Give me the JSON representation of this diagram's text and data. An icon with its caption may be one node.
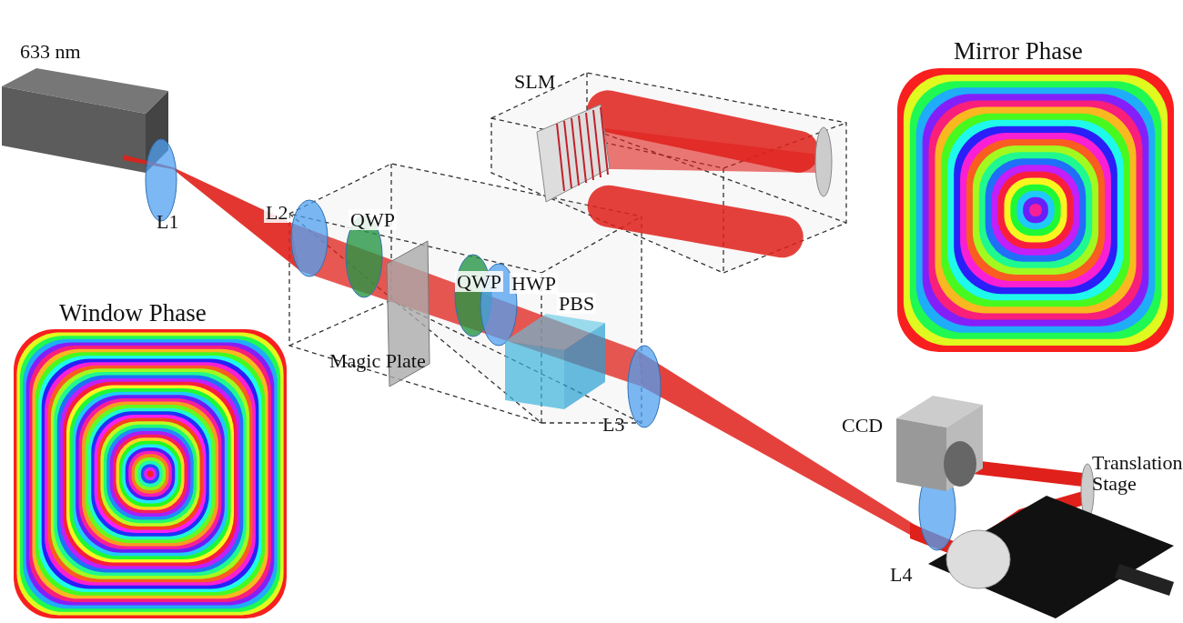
{
  "diagram": {
    "labels": [
      "633 nm",
      "Mirror Phase",
      "SLM",
      "L1",
      "L2",
      "QWP",
      "QWP",
      "HWP",
      "PBS",
      "Window Phase",
      "Magic Plate",
      "L3",
      "CCD",
      "Translation Stage",
      "L4"
    ]
  }
}
